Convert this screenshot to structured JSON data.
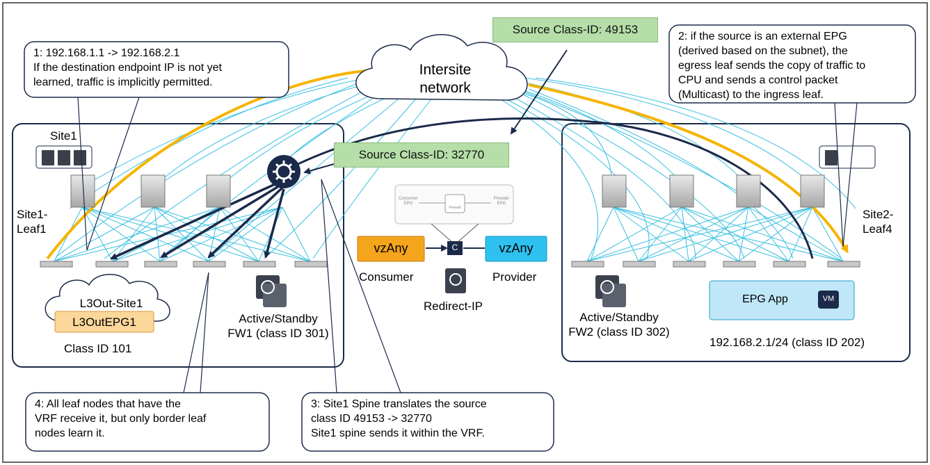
{
  "callouts": {
    "c1": {
      "line1": "1: 192.168.1.1 -> 192.168.2.1",
      "line2": "If the destination endpoint IP is not yet",
      "line3": "learned, traffic is implicitly permitted."
    },
    "c2": {
      "line1": "2: if the source is an external EPG",
      "line2": "(derived based on the subnet), the",
      "line3": "egress leaf sends the copy of traffic to",
      "line4": "CPU and sends a control packet",
      "line5": "(Multicast) to the ingress leaf."
    },
    "c3": {
      "line1": "3: Site1 Spine translates the source",
      "line2": "class ID 49153 -> 32770",
      "line3": "Site1 spine sends it within the VRF."
    },
    "c4": {
      "line1": "4: All leaf nodes that have the",
      "line2": "VRF receive it, but only border leaf",
      "line3": "nodes learn it."
    }
  },
  "tags": {
    "source_class_top": "Source Class-ID: 49153",
    "source_class_mid": "Source Class-ID: 32770"
  },
  "cloud": {
    "line1": "Intersite",
    "line2": "network"
  },
  "site1": {
    "title": "Site1",
    "leaf_label_1": "Site1-",
    "leaf_label_2": "Leaf1",
    "l3out_cloud": "L3Out-Site1",
    "l3out_epg": "L3OutEPG1",
    "class_id": "Class ID 101",
    "fw_line1": "Active/Standby",
    "fw_line2": "FW1 (class ID 301)"
  },
  "site2": {
    "leaf_label_1": "Site2-",
    "leaf_label_2": "Leaf4",
    "epg": "EPG App",
    "vm": "VM",
    "endpoint": "192.168.2.1/24 (class ID 202)",
    "fw_line1": "Active/Standby",
    "fw_line2": "FW2 (class ID 302)"
  },
  "contract": {
    "consumer_box": "vzAny",
    "provider_box": "vzAny",
    "consumer_label": "Consumer",
    "provider_label": "Provider",
    "contract_letter": "C",
    "redirect": "Redirect-IP",
    "mini_consumer": "Consumer EPG",
    "mini_provider": "Provider EPG",
    "mini_firewall": "Firewall"
  },
  "colors": {
    "orange": "#f5b400",
    "navy": "#1b2a4a",
    "cyan": "#37bfe0",
    "green": "#b5dea8",
    "vz_orange": "#f4a51c",
    "vz_blue": "#2ec1ef",
    "epg_blue": "#bfe7f7"
  }
}
